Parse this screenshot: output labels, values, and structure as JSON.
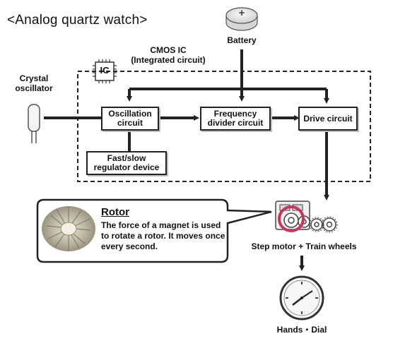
{
  "title": "<Analog quartz watch>",
  "battery": {
    "label": "Battery",
    "symbol": "+"
  },
  "cmos": {
    "line1": "CMOS IC",
    "line2": "(Integrated circuit)",
    "chip_text": "IC"
  },
  "crystal": {
    "line1": "Crystal",
    "line2": "oscillator"
  },
  "boxes": {
    "oscillation": [
      "Oscillation",
      "circuit"
    ],
    "divider": [
      "Frequency",
      "divider circuit"
    ],
    "drive": [
      "Drive circuit"
    ],
    "regulator": [
      "Fast/slow",
      "regulator device"
    ]
  },
  "rotor": {
    "title": "Rotor",
    "description": "The force of a magnet is used to rotate a rotor. It moves once every second."
  },
  "step_motor": {
    "label": "Step motor + Train wheels"
  },
  "hands": {
    "label": "Hands・Dial"
  },
  "colors": {
    "line": "#222222",
    "highlight": "#c8345a",
    "shadow": "#bfbfbf"
  }
}
